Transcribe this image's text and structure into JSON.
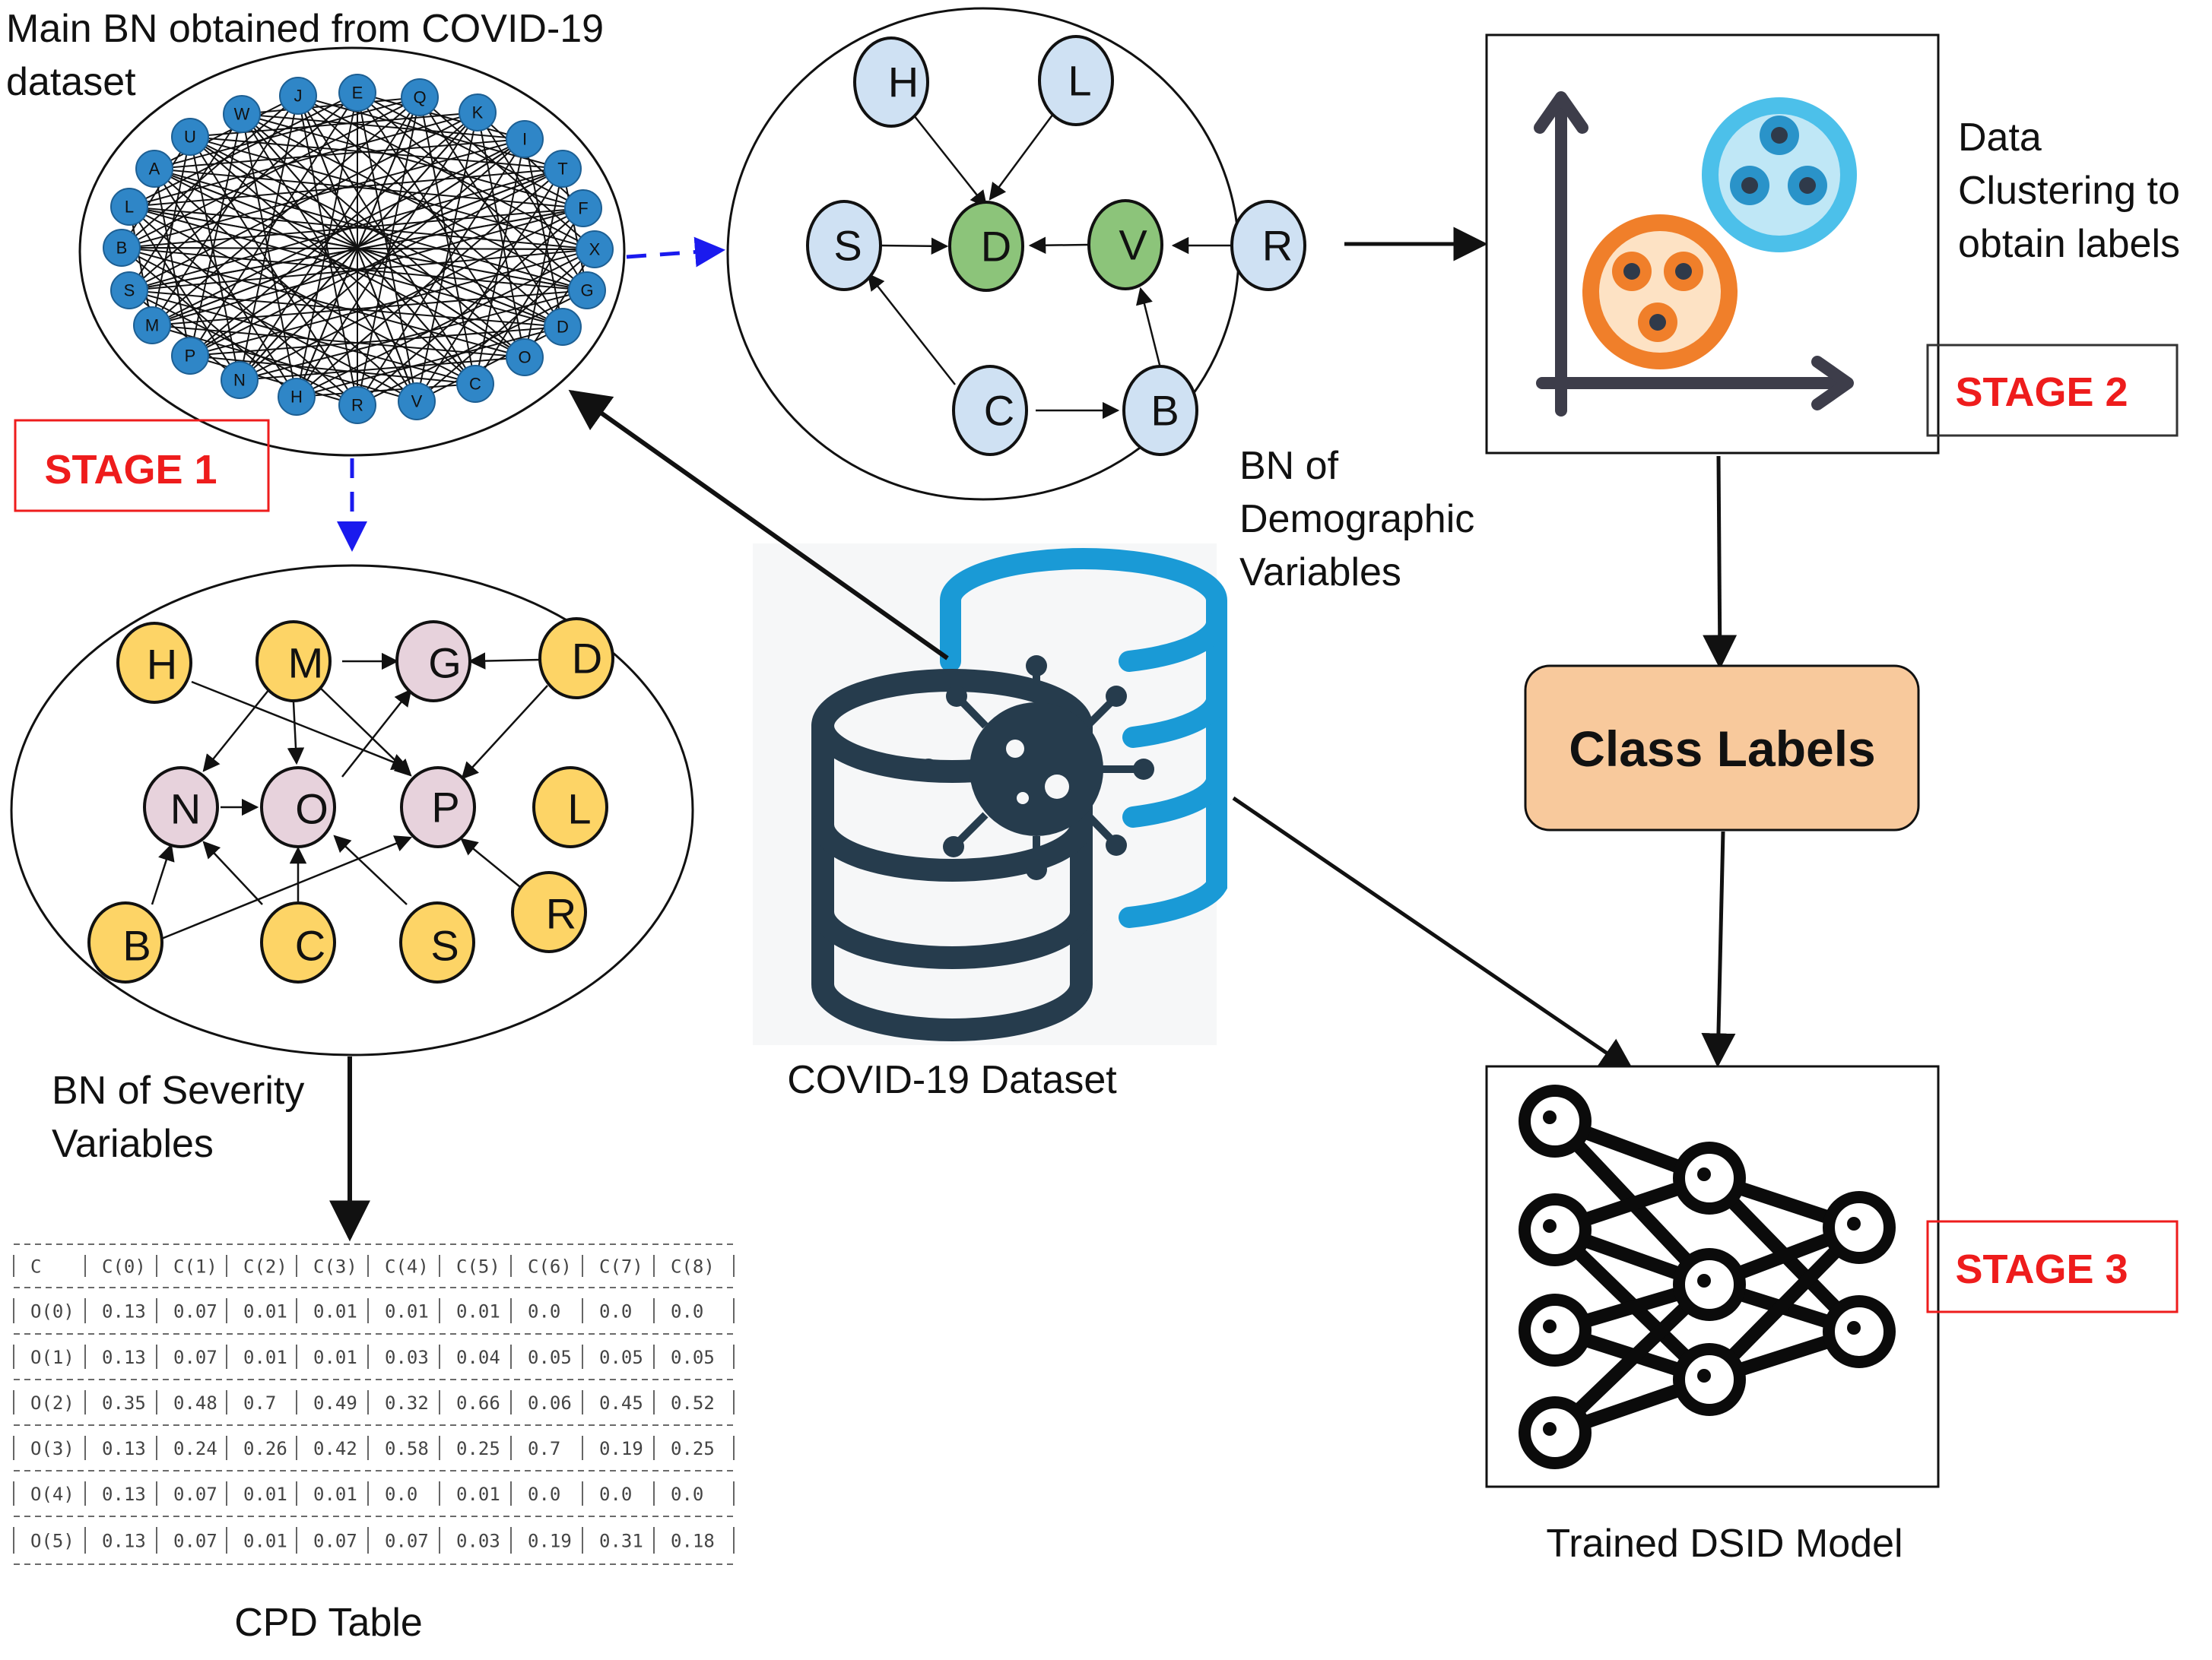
{
  "labels": {
    "main_bn_line1": "Main BN obtained from COVID-19",
    "main_bn_line2": "dataset",
    "demo_line1": "BN of",
    "demo_line2": "Demographic",
    "demo_line3": "Variables",
    "sev_line1": "BN of Severity",
    "sev_line2": "Variables",
    "dataset": "COVID-19 Dataset",
    "clustering_line1": "Data",
    "clustering_line2": "Clustering to",
    "clustering_line3": "obtain labels",
    "class_labels": "Class Labels",
    "trained_model": "Trained DSID Model",
    "cpd_table": "CPD Table"
  },
  "stages": {
    "s1": "STAGE 1",
    "s2": "STAGE 2",
    "s3": "STAGE 3"
  },
  "main_bn_nodes": [
    "W",
    "J",
    "E",
    "Q",
    "K",
    "I",
    "T",
    "F",
    "X",
    "G",
    "D",
    "O",
    "C",
    "V",
    "R",
    "H",
    "N",
    "P",
    "M",
    "S",
    "B",
    "L",
    "A",
    "U"
  ],
  "demo_bn_nodes": [
    "H",
    "L",
    "S",
    "D",
    "V",
    "R",
    "C",
    "B"
  ],
  "severity_bn_nodes": [
    "H",
    "M",
    "G",
    "D",
    "N",
    "O",
    "P",
    "L",
    "B",
    "C",
    "S",
    "R"
  ],
  "cpd": {
    "header": [
      "C",
      "C(0)",
      "C(1)",
      "C(2)",
      "C(3)",
      "C(4)",
      "C(5)",
      "C(6)",
      "C(7)",
      "C(8)"
    ],
    "rows": [
      [
        "O(0)",
        "0.13",
        "0.07",
        "0.01",
        "0.01",
        "0.01",
        "0.01",
        "0.0",
        "0.0",
        "0.0"
      ],
      [
        "O(1)",
        "0.13",
        "0.07",
        "0.01",
        "0.01",
        "0.03",
        "0.04",
        "0.05",
        "0.05",
        "0.05"
      ],
      [
        "O(2)",
        "0.35",
        "0.48",
        "0.7",
        "0.49",
        "0.32",
        "0.66",
        "0.06",
        "0.45",
        "0.52"
      ],
      [
        "O(3)",
        "0.13",
        "0.24",
        "0.26",
        "0.42",
        "0.58",
        "0.25",
        "0.7",
        "0.19",
        "0.25"
      ],
      [
        "O(4)",
        "0.13",
        "0.07",
        "0.01",
        "0.01",
        "0.0",
        "0.01",
        "0.0",
        "0.0",
        "0.0"
      ],
      [
        "O(5)",
        "0.13",
        "0.07",
        "0.01",
        "0.07",
        "0.07",
        "0.03",
        "0.19",
        "0.31",
        "0.18"
      ]
    ]
  },
  "colors": {
    "main_node": "#2f86c7",
    "demo_node": "#cfe1f3",
    "demo_highlight": "#8cc47a",
    "sev_yellow": "#fdd466",
    "sev_pink": "#e7d2dc",
    "class_box": "#f8c99c",
    "stage_red": "#ee1c1c",
    "db_dark": "#263c4d",
    "db_blue": "#1a9ad6",
    "dashed_blue": "#1a1aee"
  }
}
